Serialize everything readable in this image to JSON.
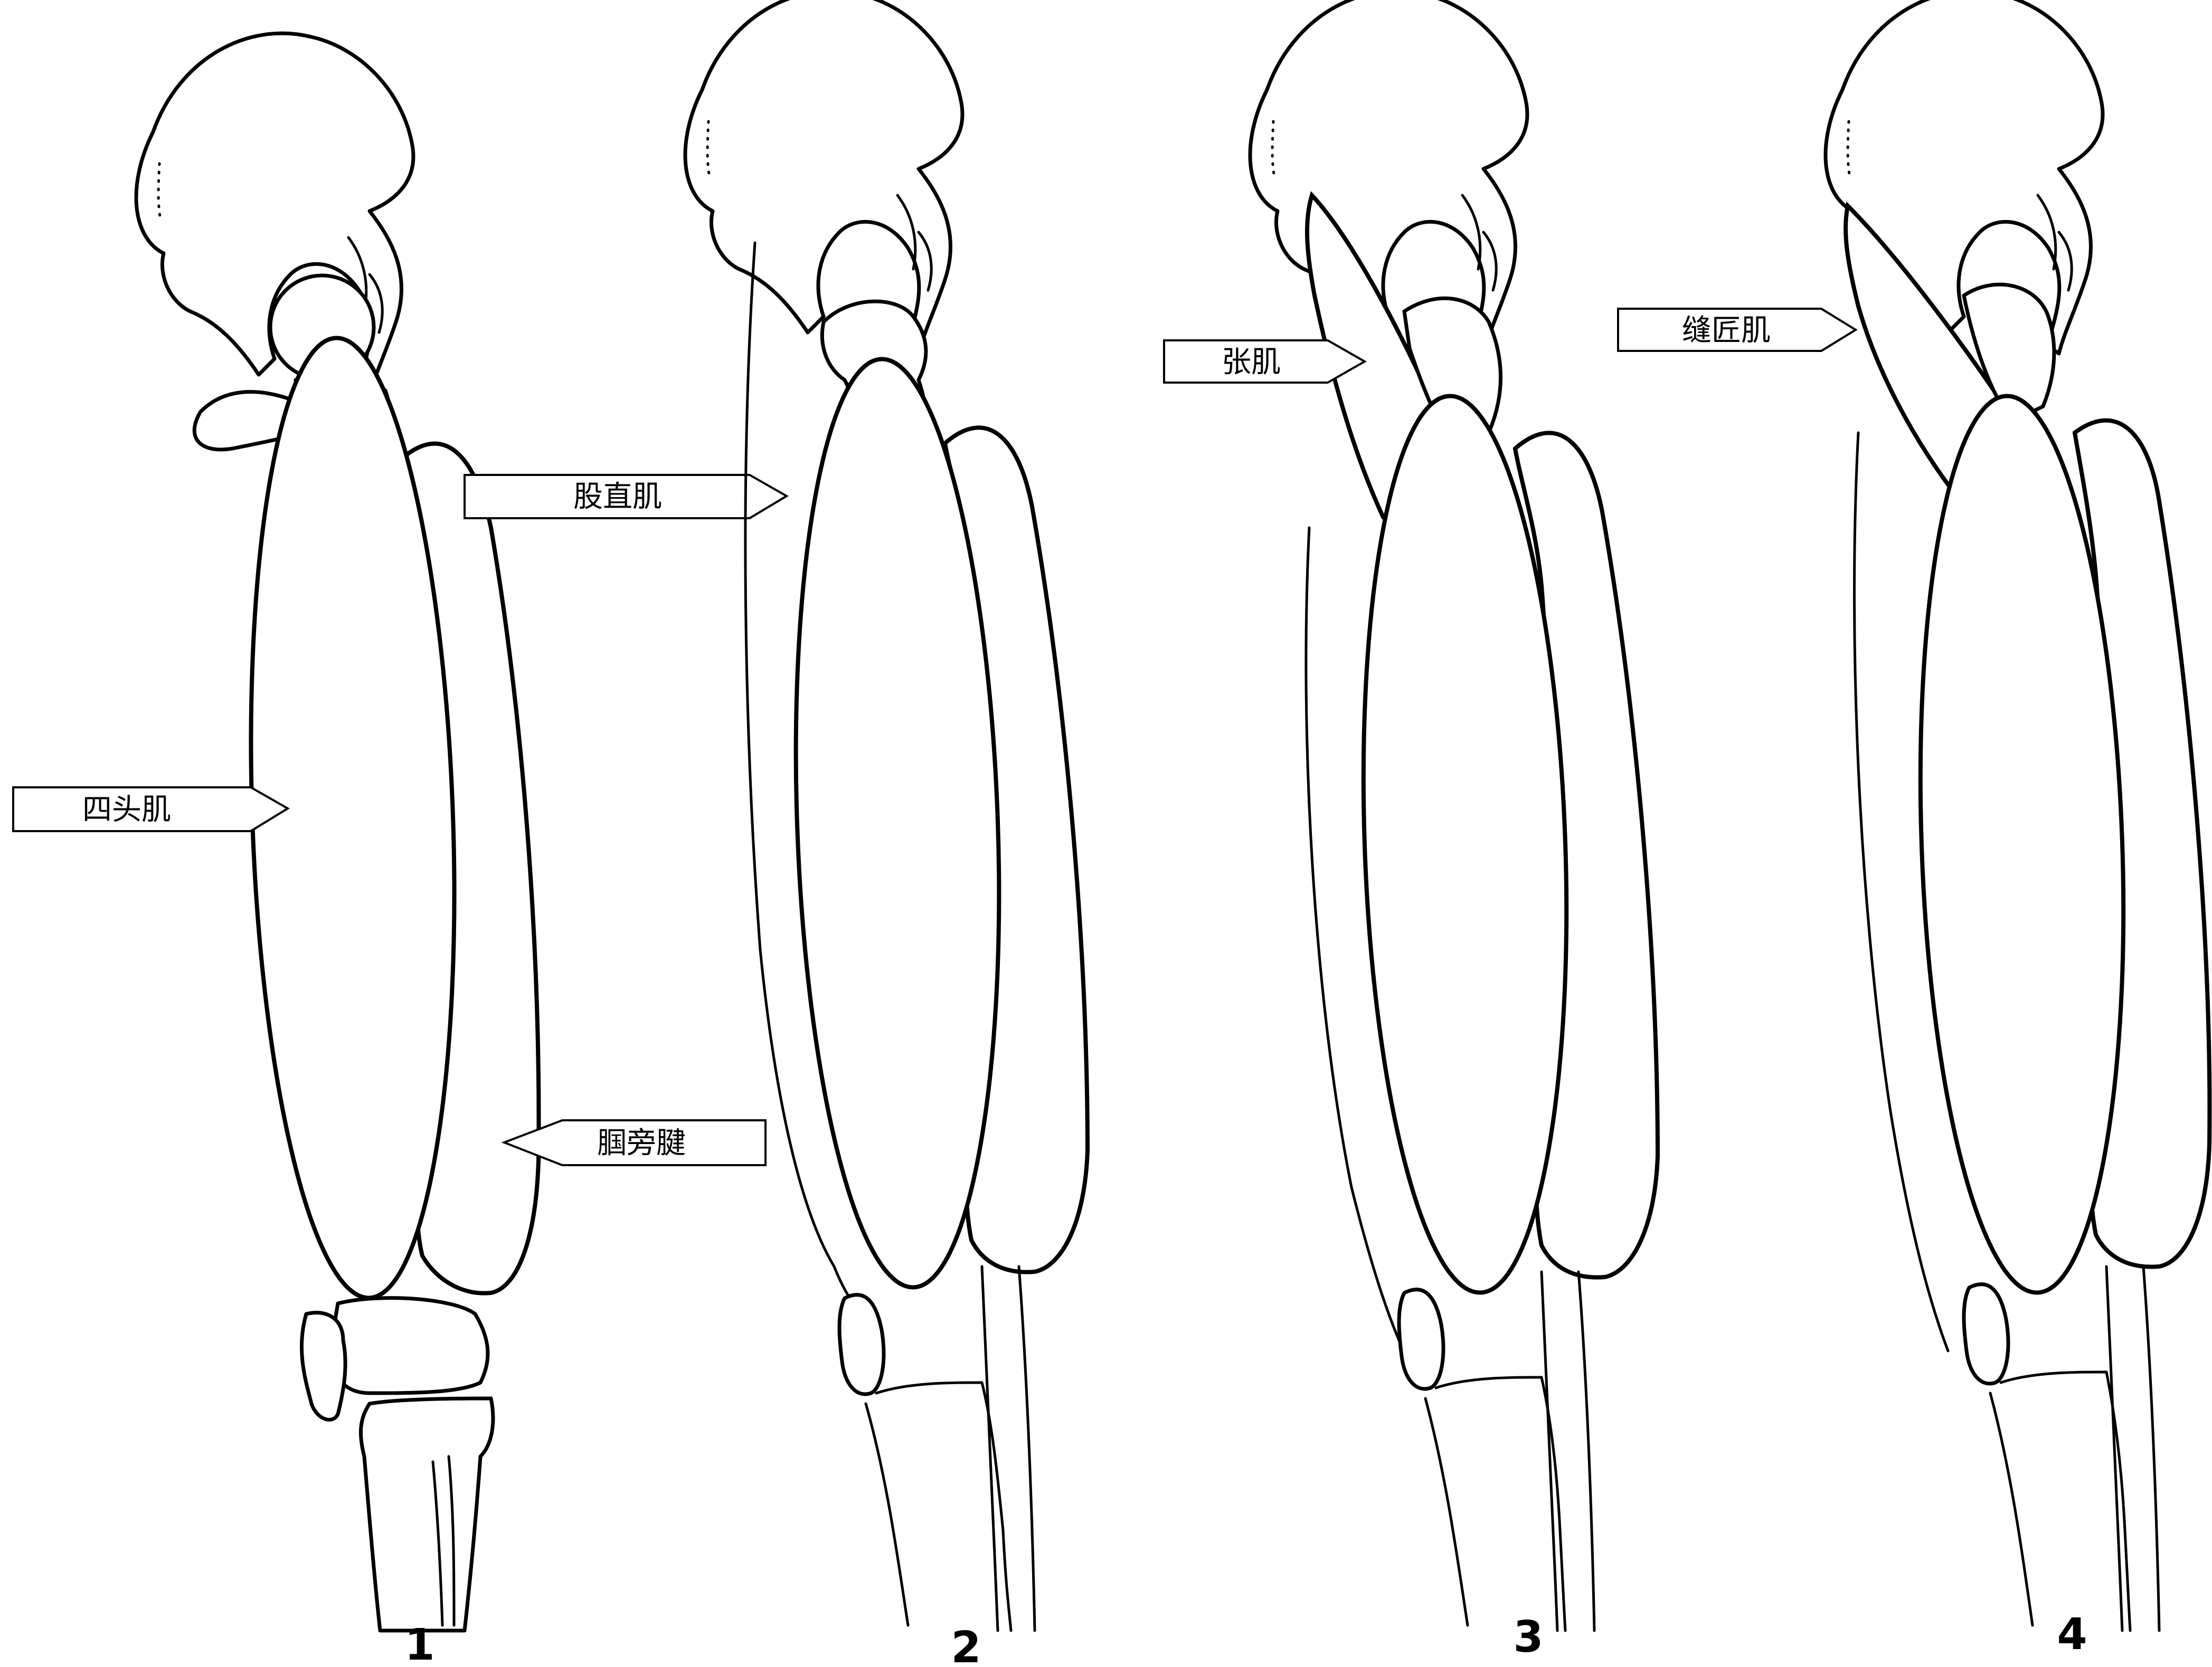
{
  "figure": {
    "panel_numbers": [
      "1",
      "2",
      "3",
      "4"
    ],
    "labels": {
      "rectus_femoris": "股直肌",
      "quadriceps": "四头肌",
      "hamstring": "腘旁腱",
      "tensor": "张肌",
      "sartorius": "缝匠肌"
    }
  }
}
